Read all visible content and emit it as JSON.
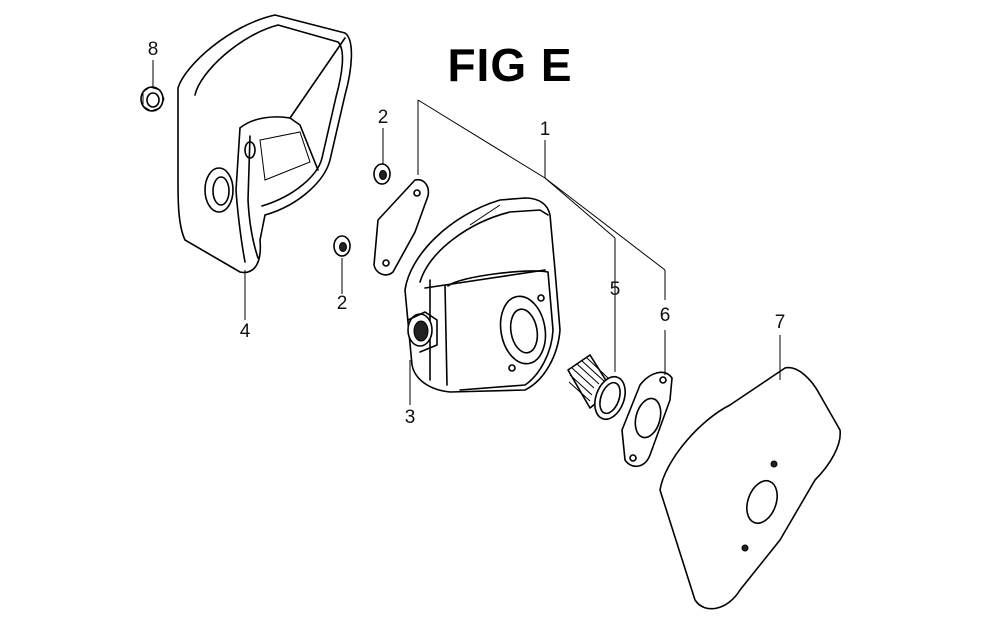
{
  "figure": {
    "title": "FIG E",
    "callouts": [
      {
        "id": "c8",
        "label": "8"
      },
      {
        "id": "c2a",
        "label": "2"
      },
      {
        "id": "c2b",
        "label": "2"
      },
      {
        "id": "c1",
        "label": "1"
      },
      {
        "id": "c4",
        "label": "4"
      },
      {
        "id": "c3",
        "label": "3"
      },
      {
        "id": "c5",
        "label": "5"
      },
      {
        "id": "c6",
        "label": "6"
      },
      {
        "id": "c7",
        "label": "7"
      }
    ]
  }
}
